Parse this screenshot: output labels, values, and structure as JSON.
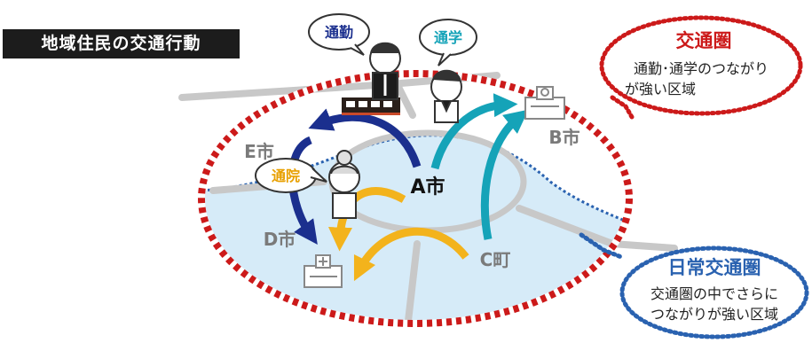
{
  "title": "地域住民の交通行動",
  "bubbles": {
    "commute": "通勤",
    "school": "通学",
    "hospital": "通院"
  },
  "cities": {
    "a": "A市",
    "b": "B市",
    "c": "C町",
    "d": "D市",
    "e": "E市"
  },
  "callouts": {
    "traffic_zone": {
      "heading": "交通圏",
      "line1": "通勤･通学のつながり",
      "line2": "が強い区域"
    },
    "daily_zone": {
      "heading": "日常交通圏",
      "line1": "交通圏の中でさらに",
      "line2": "つながりが強い区域"
    }
  },
  "colors": {
    "traffic_zone_border": "#cc1a1a",
    "daily_zone_border": "#2a62b0",
    "daily_zone_fill": "#d6ebf8",
    "commute_arrow": "#1b2f8e",
    "school_arrow": "#15a3b8",
    "hospital_arrow": "#f3b31c",
    "city_label": "#7a7a7a",
    "roads": "#c8c8c8"
  }
}
